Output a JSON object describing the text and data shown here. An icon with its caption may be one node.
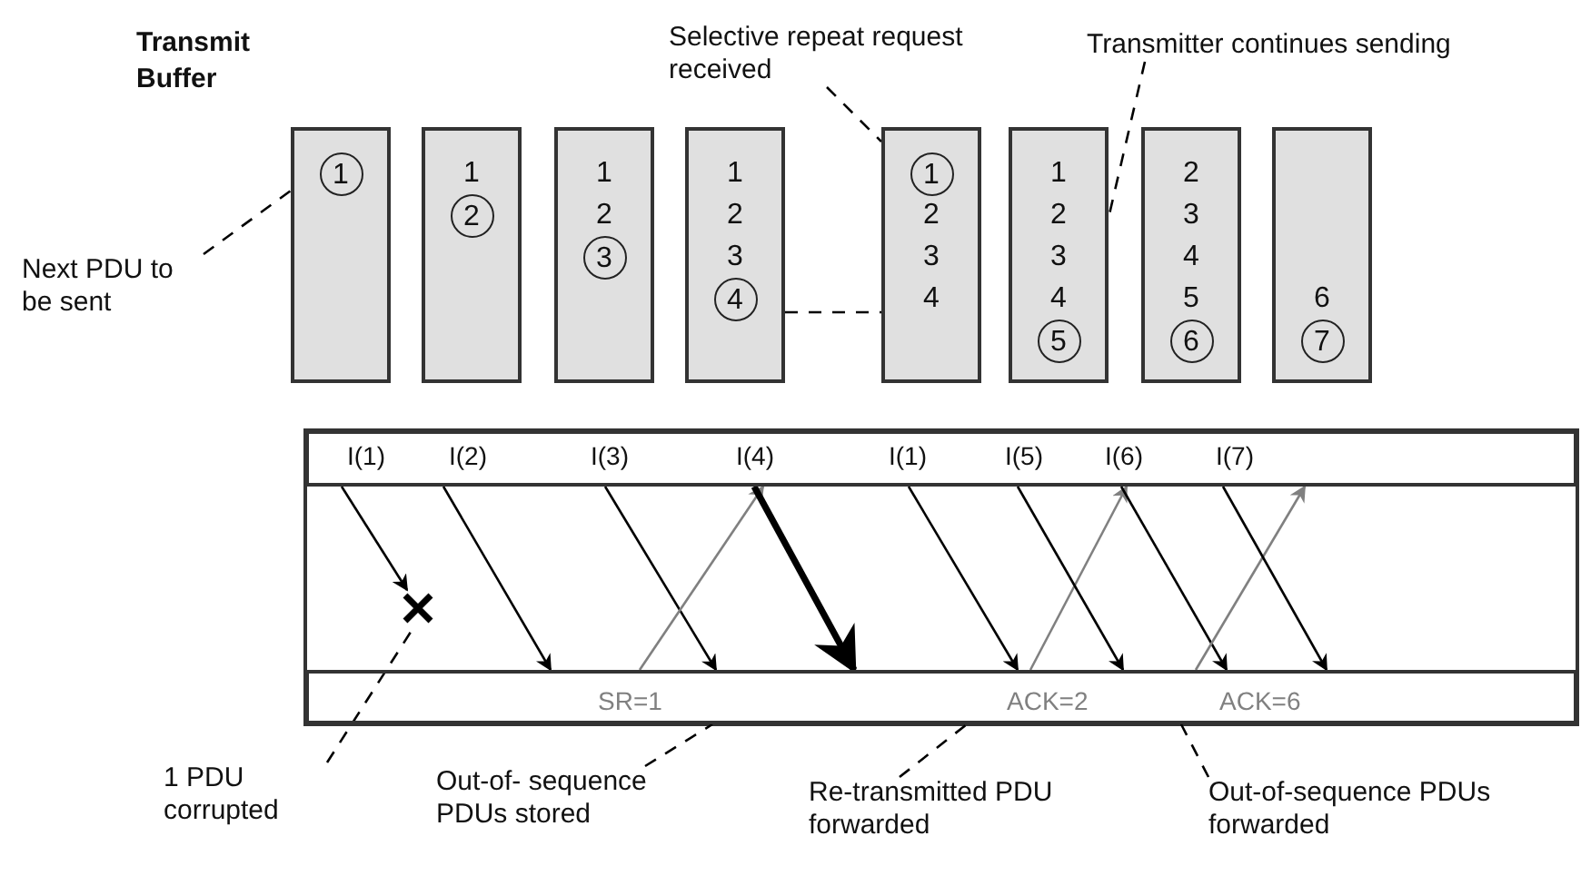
{
  "diagram": {
    "nodes": [
      {
        "text": [
          "1"
        ]
      },
      {
        "text": [
          "1",
          "2"
        ]
      },
      {
        "text": [
          "1",
          "2",
          "3"
        ]
      },
      {
        "text": [
          "1",
          "2",
          "3",
          "4"
        ]
      },
      {
        "text": [
          "1",
          "2",
          "3",
          "4"
        ]
      },
      {
        "text": [
          "1",
          "2",
          "3",
          "4",
          "5"
        ]
      },
      {
        "text": [
          "2",
          "3",
          "4",
          "5",
          "6"
        ]
      },
      {
        "text": [
          "6",
          "7"
        ]
      },
      {
        "text": [
          "Next PDU to be sent"
        ]
      },
      {
        "text": [
          "Selective repeat request received"
        ]
      },
      {
        "text": [
          "Transmitter continues sending"
        ]
      },
      {
        "text": [],
        "shape": "bar"
      },
      {
        "text": [],
        "shape": "bar"
      },
      {
        "text": [],
        "shape": "cross"
      },
      {
        "text": [
          "1 PDU corrupted"
        ]
      },
      {
        "text": [
          "Out-of- sequence PDUs stored"
        ]
      },
      {
        "text": [
          "Re-transmitted PDU forwarded"
        ]
      },
      {
        "text": [
          "Out-of-sequence PDUs forwarded"
        ]
      }
    ],
    "edges": [
      {
        "from": 8,
        "to": 0,
        "arrow": "none",
        "style": "dashed"
      },
      {
        "from": 9,
        "to": 4,
        "arrow": "none",
        "style": "dashed"
      },
      {
        "from": 10,
        "to": 5,
        "arrow": "none",
        "style": "dashed"
      },
      {
        "from": 3,
        "to": 4,
        "arrow": "none",
        "style": "dashed"
      },
      {
        "from": 11,
        "to": 13,
        "arrow": "to",
        "label": "I(1)"
      },
      {
        "from": 11,
        "to": 12,
        "arrow": "to",
        "label": "I(2)"
      },
      {
        "from": 11,
        "to": 12,
        "arrow": "to",
        "label": "I(3)"
      },
      {
        "from": 12,
        "to": 11,
        "arrow": "to",
        "label": "SR=1",
        "color": "#808080"
      },
      {
        "from": 11,
        "to": 12,
        "arrow": "to",
        "label": "I(4)",
        "style": "thick"
      },
      {
        "from": 11,
        "to": 12,
        "arrow": "to",
        "label": "I(1)"
      },
      {
        "from": 12,
        "to": 11,
        "arrow": "to",
        "label": "ACK=2",
        "color": "#808080"
      },
      {
        "from": 11,
        "to": 12,
        "arrow": "to",
        "label": "I(5)"
      },
      {
        "from": 11,
        "to": 12,
        "arrow": "to",
        "label": "I(6)"
      },
      {
        "from": 12,
        "to": 11,
        "arrow": "to",
        "label": "ACK=6",
        "color": "#808080"
      },
      {
        "from": 11,
        "to": 12,
        "arrow": "to",
        "label": "I(7)"
      },
      {
        "from": 14,
        "to": 13,
        "arrow": "none",
        "style": "dashed"
      },
      {
        "from": 15,
        "to": 12,
        "arrow": "none",
        "style": "dashed"
      },
      {
        "from": 16,
        "to": 12,
        "arrow": "none",
        "style": "dashed"
      },
      {
        "from": 17,
        "to": 12,
        "arrow": "none",
        "style": "dashed"
      }
    ],
    "labels": [
      "Transmit Buffer"
    ]
  }
}
